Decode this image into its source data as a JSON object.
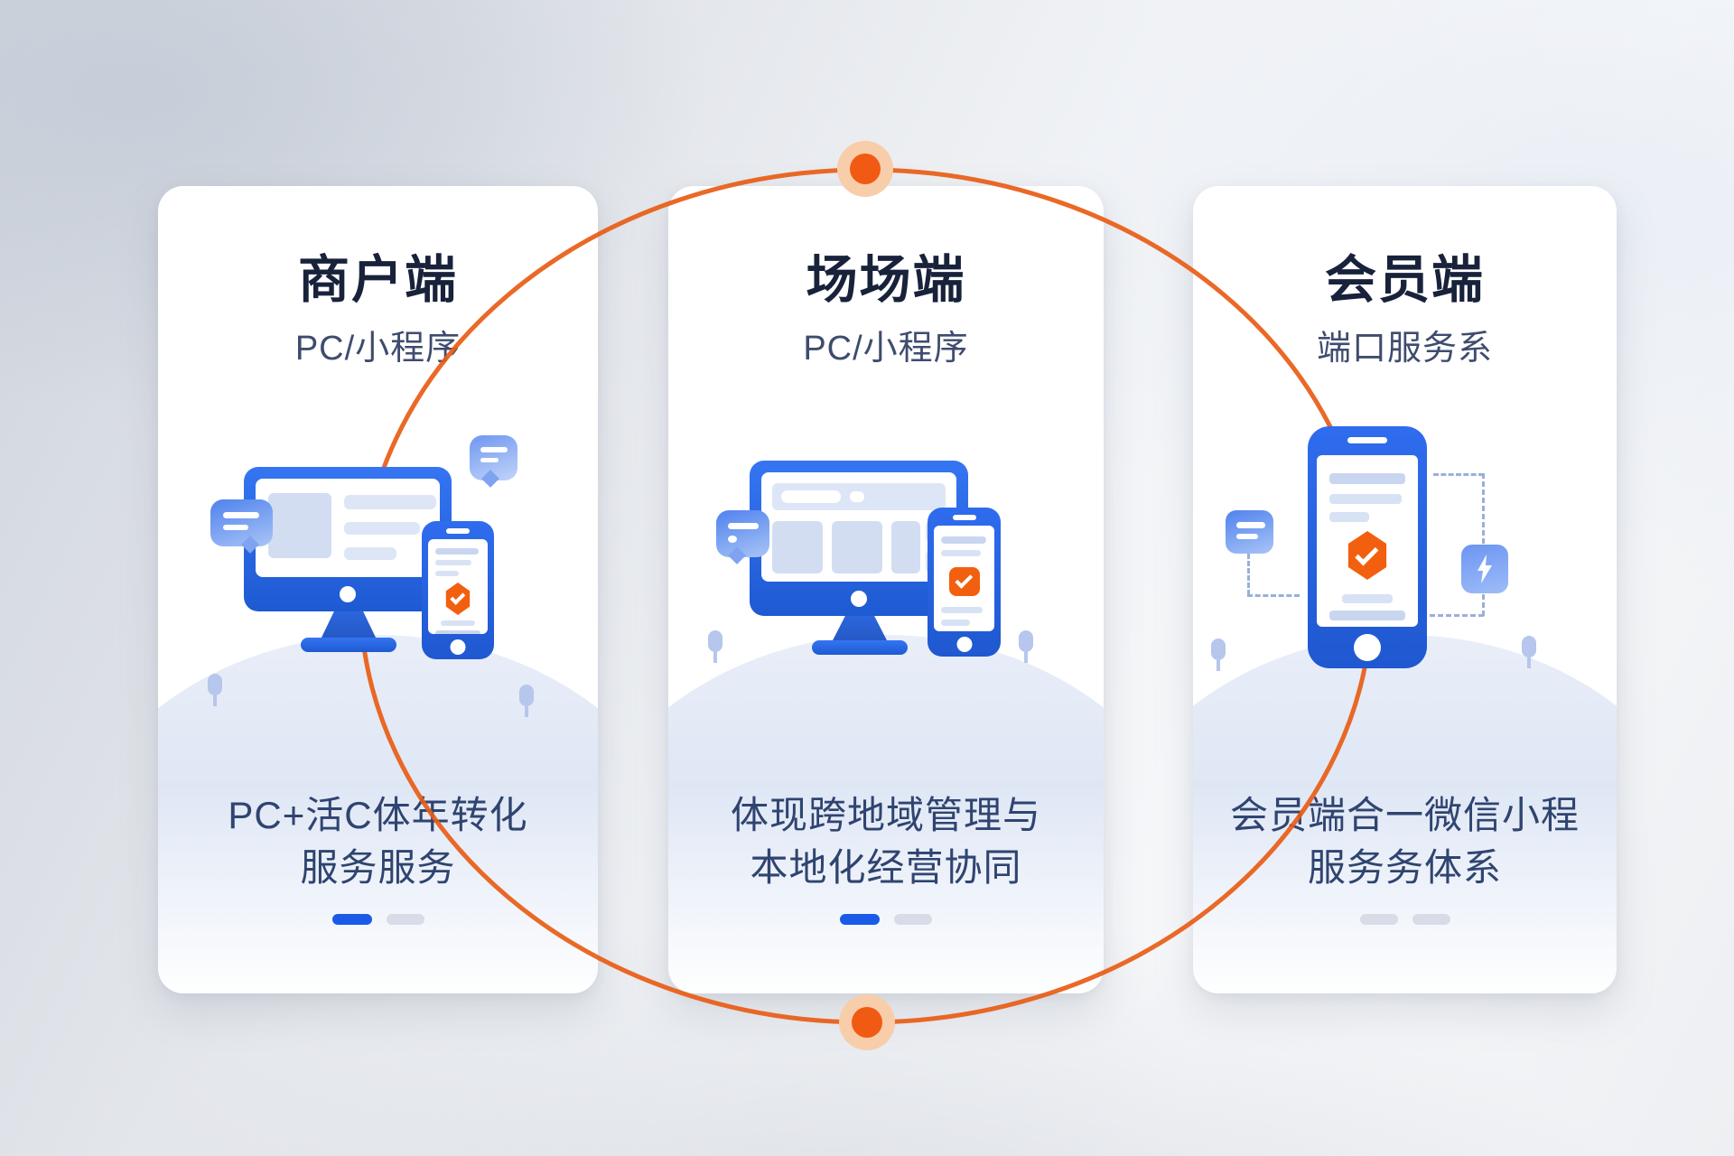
{
  "diagram": {
    "type": "three-terminal-platform-overview",
    "connector": {
      "shape": "ellipse-orbit",
      "color": "#e85c15",
      "node_core_color": "#f15a12",
      "node_halo_color": "#f8cda9",
      "nodes": [
        "top-center",
        "bottom-center"
      ]
    }
  },
  "colors": {
    "card_bg": "#ffffff",
    "title": "#18223a",
    "subtitle": "#3e4c6e",
    "desc": "#2f4470",
    "primary_blue": "#2563eb",
    "accent_orange": "#f2600f",
    "pill_active": "#1a5ae8",
    "pill_inactive": "#d7dce6",
    "hill": "#e2e9f6"
  },
  "cards": [
    {
      "id": "merchant",
      "title": "商户端",
      "subtitle": "PC/小程序",
      "desc_line1": "PC+活C体年转化",
      "desc_line2": "服务服务",
      "illustration": "desktop-monitor-and-phone-with-chat-bubbles",
      "pagination": [
        "active",
        "inactive"
      ]
    },
    {
      "id": "venue",
      "title": "场场端",
      "subtitle": "PC/小程序",
      "desc_line1": "体现跨地域管理与",
      "desc_line2": "本地化经营协同",
      "illustration": "desktop-browser-and-phone-with-chat-bubble",
      "pagination": [
        "active",
        "inactive"
      ]
    },
    {
      "id": "member",
      "title": "会员端",
      "subtitle": "端口服务系",
      "desc_line1": "会员端合一微信小程",
      "desc_line2": "服务务体系",
      "illustration": "phone-with-shield-check-chat-bubble-and-lightning",
      "pagination": [
        "inactive",
        "inactive"
      ]
    }
  ]
}
